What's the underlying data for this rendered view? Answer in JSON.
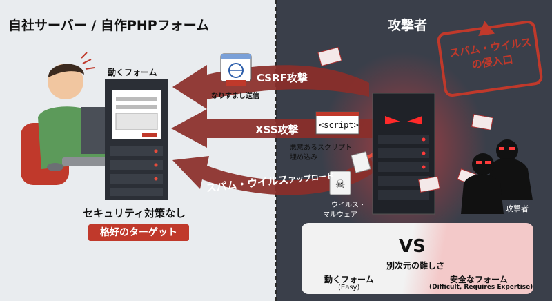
{
  "left": {
    "title": "自社サーバー / 自作PHPフォーム",
    "server_label": "動くフォーム",
    "no_security": "セキュリティ対策なし",
    "target_badge": "格好のターゲット"
  },
  "right": {
    "title": "攻撃者",
    "stamp_line1": "スパム・ウイルス",
    "stamp_line2": "の侵入口",
    "attacker_label": "攻撃者"
  },
  "attacks": {
    "csrf": {
      "label": "CSRF攻撃",
      "caption": "なりすまし送信"
    },
    "xss": {
      "label": "XSS攻撃",
      "code": "<script>",
      "caption_line1": "悪意あるスクリプト",
      "caption_line2": "埋め込み"
    },
    "spam": {
      "label": "スパム・ウイルス",
      "label_small": "アップロード",
      "caption_line1": "ウイルス・",
      "caption_line2": "マルウェア"
    }
  },
  "comparison": {
    "left_title": "動くフォーム",
    "left_sub": "(Easy)",
    "vs": "VS",
    "middle": "別次元の難しさ",
    "right_title": "安全なフォーム",
    "right_sub": "(Difficult, Requires Expertise)"
  },
  "colors": {
    "left_bg": "#e9ecef",
    "right_bg": "#3a3f4a",
    "arrow": "#8b2e2a",
    "accent_red": "#c0392b"
  }
}
